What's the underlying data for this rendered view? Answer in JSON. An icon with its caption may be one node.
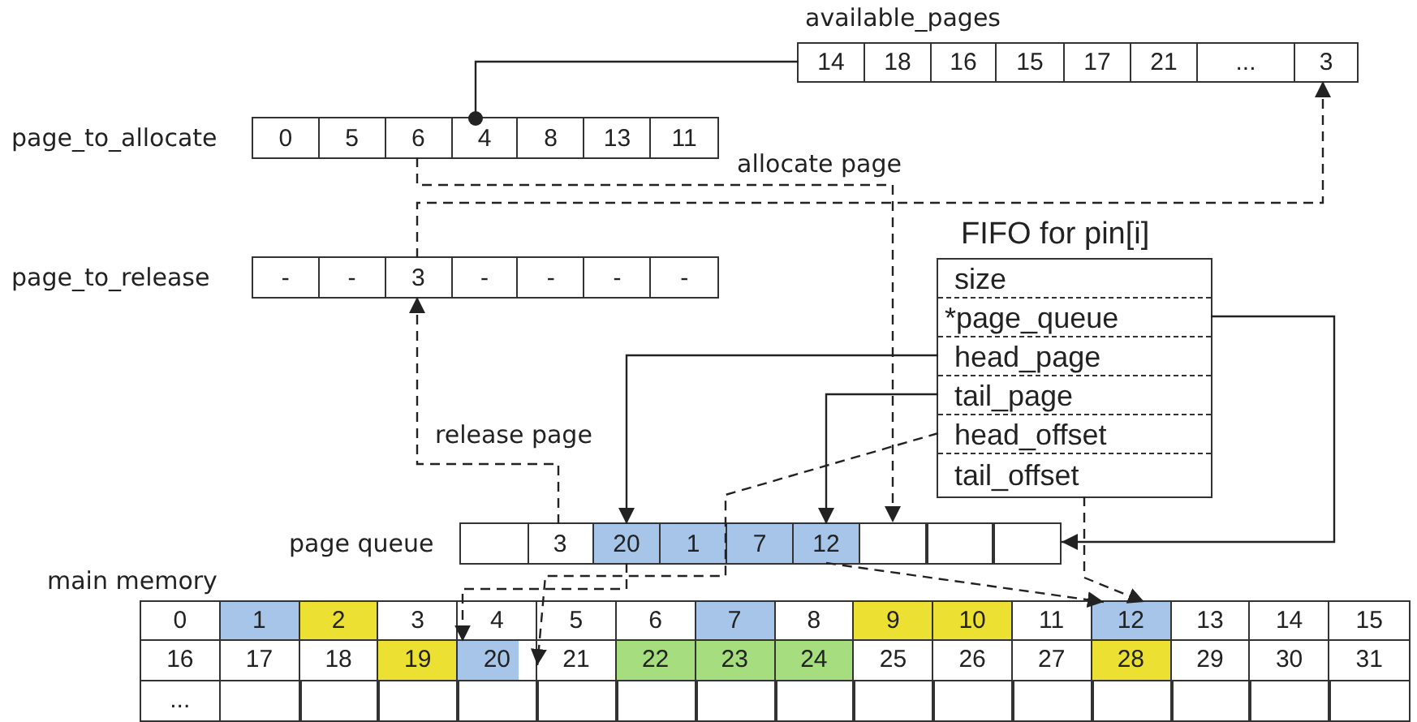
{
  "diagram": {
    "nodes": [
      {
        "text": [
          "available_pages"
        ]
      },
      {
        "text": [
          "14"
        ],
        "in": 0
      },
      {
        "text": [
          "18"
        ],
        "in": 0
      },
      {
        "text": [
          "16"
        ],
        "in": 0
      },
      {
        "text": [
          "15"
        ],
        "in": 0
      },
      {
        "text": [
          "17"
        ],
        "in": 0
      },
      {
        "text": [
          "21"
        ],
        "in": 0
      },
      {
        "text": [
          "..."
        ],
        "in": 0
      },
      {
        "text": [
          "3"
        ],
        "in": 0
      },
      {
        "text": [
          "page_to_allocate"
        ]
      },
      {
        "text": [
          "0"
        ],
        "in": 9
      },
      {
        "text": [
          "5"
        ],
        "in": 9
      },
      {
        "text": [
          "6"
        ],
        "in": 9
      },
      {
        "text": [
          "4"
        ],
        "in": 9
      },
      {
        "text": [
          "8"
        ],
        "in": 9
      },
      {
        "text": [
          "13"
        ],
        "in": 9
      },
      {
        "text": [
          "11"
        ],
        "in": 9
      },
      {
        "text": [
          "page_to_release"
        ]
      },
      {
        "text": [
          "-"
        ],
        "in": 17
      },
      {
        "text": [
          "-"
        ],
        "in": 17
      },
      {
        "text": [
          "3"
        ],
        "in": 17
      },
      {
        "text": [
          "-"
        ],
        "in": 17
      },
      {
        "text": [
          "-"
        ],
        "in": 17
      },
      {
        "text": [
          "-"
        ],
        "in": 17
      },
      {
        "text": [
          "-"
        ],
        "in": 17
      },
      {
        "text": [
          "FIFO for pin[i]"
        ]
      },
      {
        "text": [
          "size"
        ],
        "in": 25
      },
      {
        "text": [
          "*page_queue"
        ],
        "in": 25
      },
      {
        "text": [
          "head_page"
        ],
        "in": 25
      },
      {
        "text": [
          "tail_page"
        ],
        "in": 25
      },
      {
        "text": [
          "head_offset"
        ],
        "in": 25
      },
      {
        "text": [
          "tail_offset"
        ],
        "in": 25
      },
      {
        "text": [
          "page queue"
        ]
      },
      {
        "text": [],
        "shape": "box",
        "in": 32
      },
      {
        "text": [
          "3"
        ],
        "in": 32
      },
      {
        "text": [
          "20"
        ],
        "in": 32
      },
      {
        "text": [
          "1"
        ],
        "in": 32
      },
      {
        "text": [
          "7"
        ],
        "in": 32
      },
      {
        "text": [
          "12"
        ],
        "in": 32
      },
      {
        "text": [],
        "shape": "box",
        "in": 32
      },
      {
        "text": [],
        "shape": "box",
        "in": 32
      },
      {
        "text": [],
        "shape": "box",
        "in": 32
      },
      {
        "text": [
          "main memory"
        ]
      },
      {
        "text": [
          "0"
        ],
        "in": 42
      },
      {
        "text": [
          "1"
        ],
        "in": 42
      },
      {
        "text": [
          "2"
        ],
        "in": 42
      },
      {
        "text": [
          "3"
        ],
        "in": 42
      },
      {
        "text": [
          "4"
        ],
        "in": 42
      },
      {
        "text": [
          "5"
        ],
        "in": 42
      },
      {
        "text": [
          "6"
        ],
        "in": 42
      },
      {
        "text": [
          "7"
        ],
        "in": 42
      },
      {
        "text": [
          "8"
        ],
        "in": 42
      },
      {
        "text": [
          "9"
        ],
        "in": 42
      },
      {
        "text": [
          "10"
        ],
        "in": 42
      },
      {
        "text": [
          "11"
        ],
        "in": 42
      },
      {
        "text": [
          "12"
        ],
        "in": 42
      },
      {
        "text": [
          "13"
        ],
        "in": 42
      },
      {
        "text": [
          "14"
        ],
        "in": 42
      },
      {
        "text": [
          "15"
        ],
        "in": 42
      },
      {
        "text": [
          "16"
        ],
        "in": 42
      },
      {
        "text": [
          "17"
        ],
        "in": 42
      },
      {
        "text": [
          "18"
        ],
        "in": 42
      },
      {
        "text": [
          "19"
        ],
        "in": 42
      },
      {
        "text": [
          "20"
        ],
        "in": 42
      },
      {
        "text": [
          "21"
        ],
        "in": 42
      },
      {
        "text": [
          "22"
        ],
        "in": 42
      },
      {
        "text": [
          "23"
        ],
        "in": 42
      },
      {
        "text": [
          "24"
        ],
        "in": 42
      },
      {
        "text": [
          "25"
        ],
        "in": 42
      },
      {
        "text": [
          "26"
        ],
        "in": 42
      },
      {
        "text": [
          "27"
        ],
        "in": 42
      },
      {
        "text": [
          "28"
        ],
        "in": 42
      },
      {
        "text": [
          "29"
        ],
        "in": 42
      },
      {
        "text": [
          "30"
        ],
        "in": 42
      },
      {
        "text": [
          "31"
        ],
        "in": 42
      },
      {
        "text": [
          "..."
        ],
        "in": 42
      },
      {
        "text": [],
        "shape": "box",
        "in": 42
      },
      {
        "text": [],
        "shape": "box",
        "in": 42
      },
      {
        "text": [],
        "shape": "box",
        "in": 42
      },
      {
        "text": [],
        "shape": "box",
        "in": 42
      },
      {
        "text": [],
        "shape": "box",
        "in": 42
      },
      {
        "text": [],
        "shape": "box",
        "in": 42
      },
      {
        "text": [],
        "shape": "box",
        "in": 42
      },
      {
        "text": [],
        "shape": "box",
        "in": 42
      },
      {
        "text": [],
        "shape": "box",
        "in": 42
      },
      {
        "text": [],
        "shape": "box",
        "in": 42
      },
      {
        "text": [],
        "shape": "box",
        "in": 42
      },
      {
        "text": [],
        "shape": "box",
        "in": 42
      },
      {
        "text": [],
        "shape": "box",
        "in": 42
      },
      {
        "text": [],
        "shape": "box",
        "in": 42
      },
      {
        "text": [],
        "shape": "box",
        "in": 42
      }
    ],
    "edges": [
      {
        "from": 1,
        "to": 13,
        "arrow": "other"
      },
      {
        "from": 12,
        "to": 39,
        "arrow": "to",
        "label": "allocate page",
        "style": "dashed"
      },
      {
        "from": 20,
        "to": 8,
        "arrow": "to",
        "style": "dashed"
      },
      {
        "from": 34,
        "to": 20,
        "arrow": "to",
        "label": "release page",
        "style": "dashed"
      },
      {
        "from": 27,
        "to": 41,
        "arrow": "to"
      },
      {
        "from": 28,
        "to": 35,
        "arrow": "to"
      },
      {
        "from": 29,
        "to": 38,
        "arrow": "to"
      },
      {
        "from": 30,
        "to": 63,
        "arrow": "to",
        "style": "dashed"
      },
      {
        "from": 31,
        "to": 55,
        "arrow": "to",
        "style": "dashed"
      },
      {
        "from": 35,
        "to": 63,
        "arrow": "to",
        "style": "dashed"
      },
      {
        "from": 38,
        "to": 55,
        "arrow": "to",
        "style": "dashed"
      }
    ]
  }
}
